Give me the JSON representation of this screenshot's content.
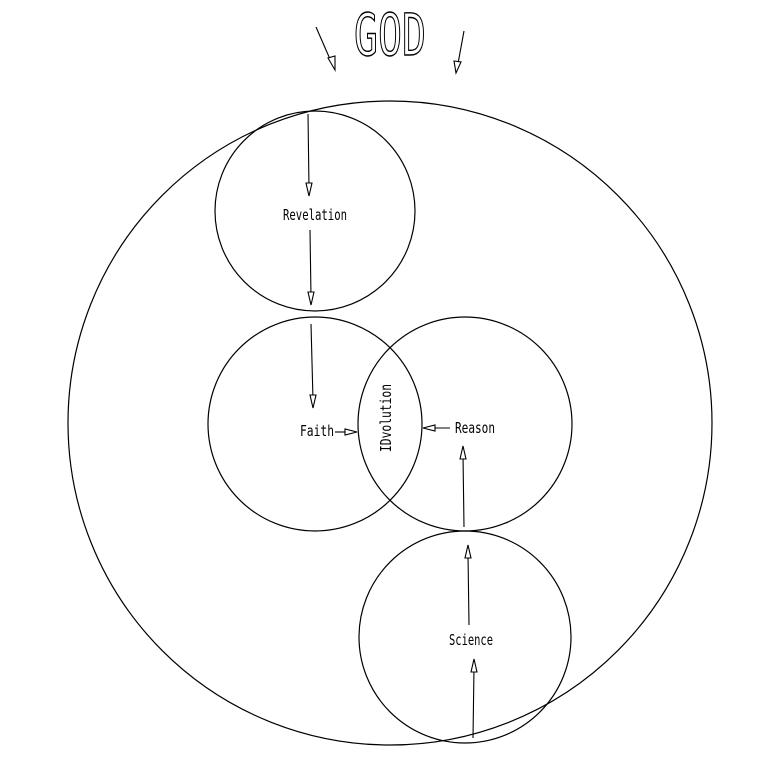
{
  "title": "GOD",
  "labels": {
    "revelation": "Revelation",
    "faith": "Faith",
    "idvolution": "IDvolution",
    "reason": "Reason",
    "science": "Science"
  },
  "colors": {
    "stroke": "#000000",
    "background": "#ffffff"
  }
}
